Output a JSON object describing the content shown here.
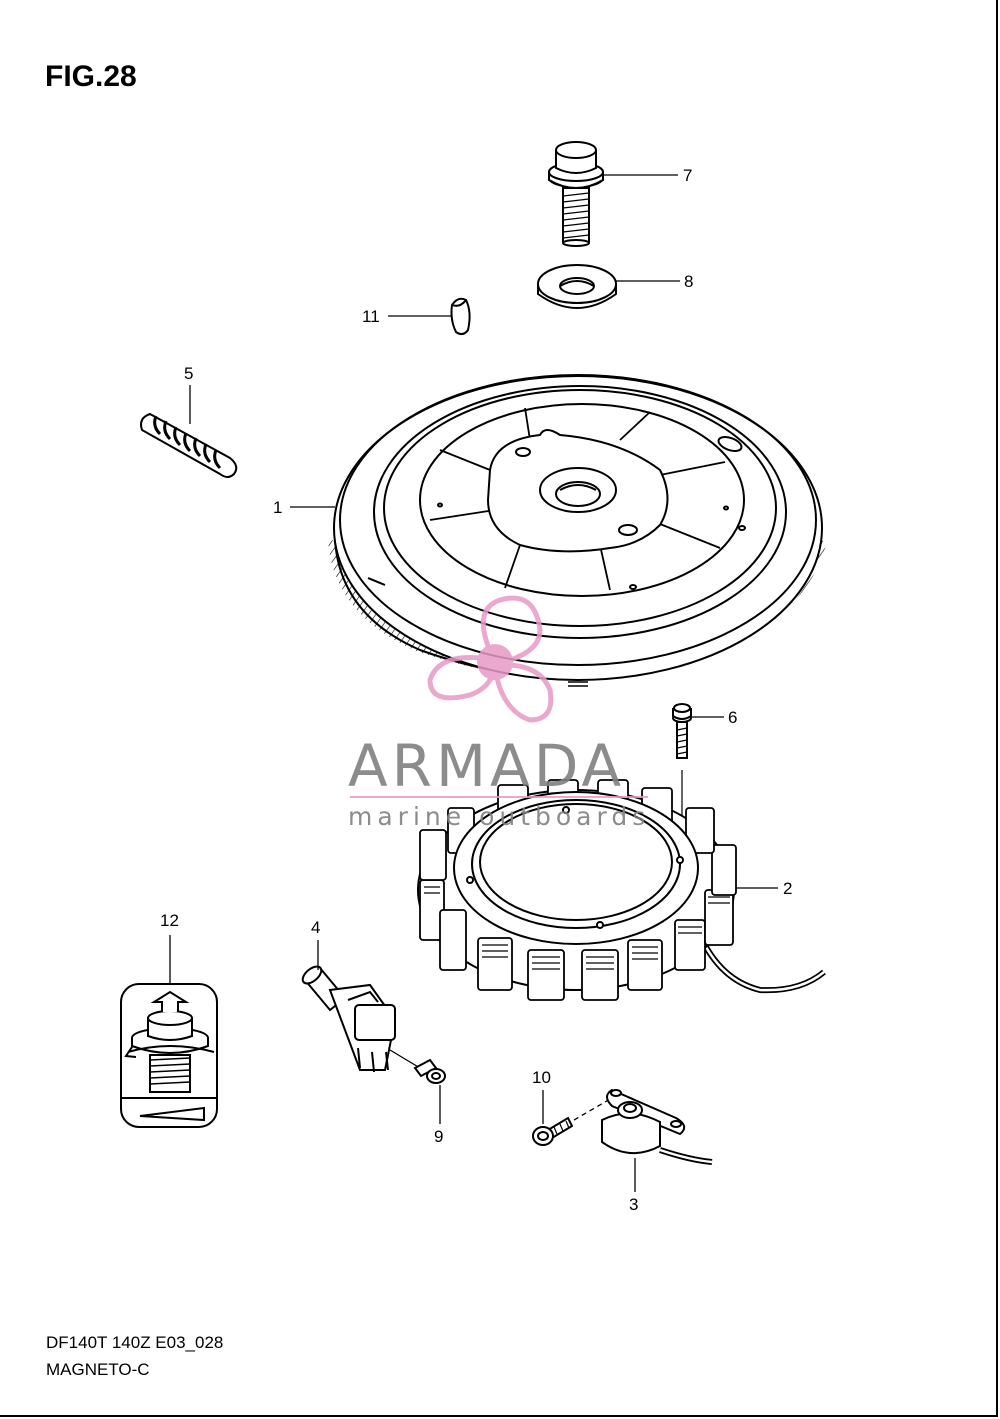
{
  "figure": {
    "title": "FIG.28",
    "model_code": "DF140T 140Z E03_028",
    "section_name": "MAGNETO-C"
  },
  "callouts": [
    {
      "id": "1",
      "label": "1",
      "part": "flywheel"
    },
    {
      "id": "2",
      "label": "2",
      "part": "stator"
    },
    {
      "id": "3",
      "label": "3",
      "part": "pulser-coil"
    },
    {
      "id": "4",
      "label": "4",
      "part": "sensor"
    },
    {
      "id": "5",
      "label": "5",
      "part": "dowel-pin"
    },
    {
      "id": "6",
      "label": "6",
      "part": "stator-bolt"
    },
    {
      "id": "7",
      "label": "7",
      "part": "flywheel-bolt"
    },
    {
      "id": "8",
      "label": "8",
      "part": "washer"
    },
    {
      "id": "9",
      "label": "9",
      "part": "sensor-screw"
    },
    {
      "id": "10",
      "label": "10",
      "part": "pulser-screw"
    },
    {
      "id": "11",
      "label": "11",
      "part": "key"
    },
    {
      "id": "12",
      "label": "12",
      "part": "thread-lock-symbol"
    }
  ],
  "watermark": {
    "brand": "ARMADA",
    "tagline": "marine outboards",
    "brand_color": "#808080",
    "accent_color": "#e89ac7"
  }
}
